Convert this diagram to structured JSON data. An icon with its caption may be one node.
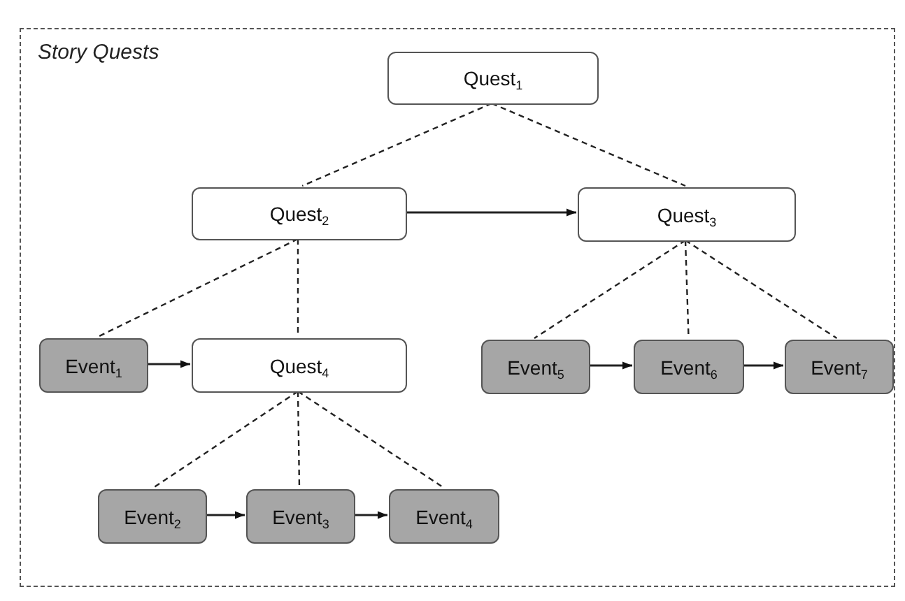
{
  "diagram": {
    "nodes": [
      {
        "text": [
          "Story Quests"
        ]
      },
      {
        "text": [
          "Quest$_{1}$"
        ],
        "in": 0
      },
      {
        "text": [
          "Quest$_{2}$"
        ],
        "in": 0
      },
      {
        "text": [
          "Quest$_{3}$"
        ],
        "in": 0
      },
      {
        "text": [
          "Event$_{1}$"
        ],
        "in": 0
      },
      {
        "text": [
          "Quest$_{4}$"
        ],
        "in": 0
      },
      {
        "text": [
          "Event$_{5}$"
        ],
        "in": 0
      },
      {
        "text": [
          "Event$_{6}$"
        ],
        "in": 0
      },
      {
        "text": [
          "Event$_{7}$"
        ],
        "in": 0
      },
      {
        "text": [
          "Event$_{2}$"
        ],
        "in": 0
      },
      {
        "text": [
          "Event$_{3}$"
        ],
        "in": 0
      },
      {
        "text": [
          "Event$_{4}$"
        ],
        "in": 0
      }
    ],
    "edges": [
      {
        "from": 1,
        "to": 2,
        "arrow": "none",
        "style": "dashed"
      },
      {
        "from": 1,
        "to": 3,
        "arrow": "none",
        "style": "dashed"
      },
      {
        "from": 2,
        "to": 3,
        "arrow": "to"
      },
      {
        "from": 2,
        "to": 4,
        "arrow": "none",
        "style": "dashed"
      },
      {
        "from": 2,
        "to": 5,
        "arrow": "none",
        "style": "dashed"
      },
      {
        "from": 4,
        "to": 5,
        "arrow": "to"
      },
      {
        "from": 3,
        "to": 6,
        "arrow": "none",
        "style": "dashed"
      },
      {
        "from": 3,
        "to": 7,
        "arrow": "none",
        "style": "dashed"
      },
      {
        "from": 3,
        "to": 8,
        "arrow": "none",
        "style": "dashed"
      },
      {
        "from": 6,
        "to": 7,
        "arrow": "to"
      },
      {
        "from": 7,
        "to": 8,
        "arrow": "to"
      },
      {
        "from": 5,
        "to": 9,
        "arrow": "none",
        "style": "dashed"
      },
      {
        "from": 5,
        "to": 10,
        "arrow": "none",
        "style": "dashed"
      },
      {
        "from": 5,
        "to": 11,
        "arrow": "none",
        "style": "dashed"
      },
      {
        "from": 9,
        "to": 10,
        "arrow": "to"
      },
      {
        "from": 10,
        "to": 11,
        "arrow": "to"
      }
    ]
  }
}
